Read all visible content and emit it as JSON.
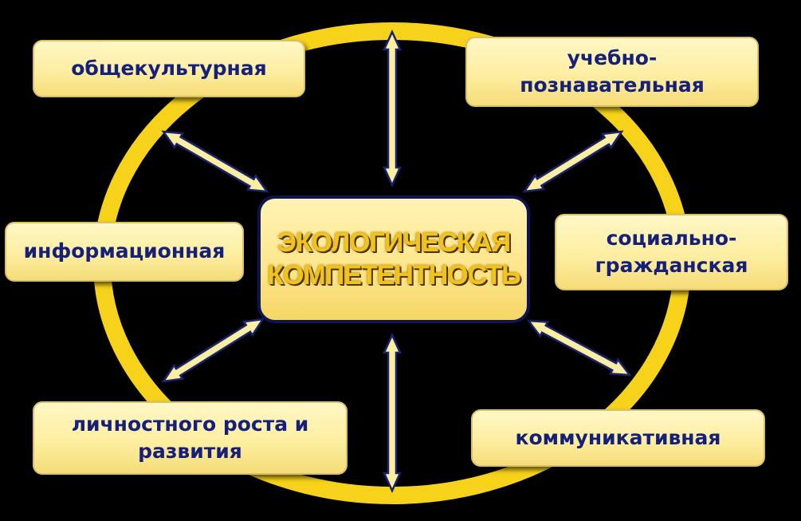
{
  "center": {
    "label": "ЭКОЛОГИЧЕСКАЯ\nКОМПЕТЕНТНОСТЬ"
  },
  "nodes": {
    "general_cultural": "общекультурная",
    "educational_cognitive": "учебно-\nпознавательная",
    "informational": "информационная",
    "social_civic": "социально-\nгражданская",
    "personal_growth": "личностного роста и\nразвития",
    "communicative": "коммуникативная"
  },
  "colors": {
    "ring": "#f7d21a",
    "arrow_fill": "#faeea0",
    "arrow_stroke": "#1a2370",
    "box_text": "#15207a",
    "center_text": "#f3c21b",
    "background": "#000000"
  }
}
